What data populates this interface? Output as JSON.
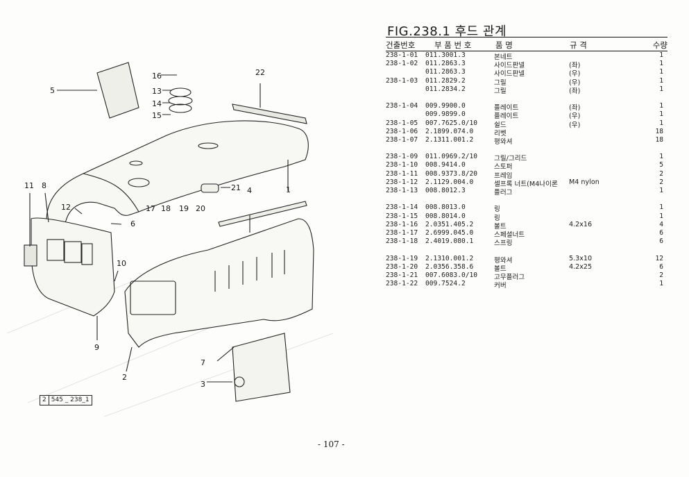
{
  "figure": {
    "title": "FIG.238.1 후드 관계",
    "page_number": "- 107 -",
    "ref_code": [
      "2",
      "545 _ 238_1"
    ]
  },
  "table": {
    "headers": {
      "no": "건출번호",
      "part_no": "부 품 번 호",
      "name": "품 명",
      "spec": "규 격",
      "qty": "수량"
    },
    "rows": [
      {
        "no": "238-1-01",
        "part_no": "011.3001.3",
        "name": "본네트",
        "spec": "",
        "qty": "1"
      },
      {
        "no": "238-1-02",
        "part_no": "011.2863.3",
        "name": "사이드판넬",
        "spec": "(좌)",
        "qty": "1"
      },
      {
        "no": "",
        "part_no": "011.2863.3",
        "name": "사이드판넬",
        "spec": "(우)",
        "qty": "1"
      },
      {
        "no": "238-1-03",
        "part_no": "011.2829.2",
        "name": "그릴",
        "spec": "(우)",
        "qty": "1"
      },
      {
        "no": "",
        "part_no": "011.2834.2",
        "name": "그릴",
        "spec": "(좌)",
        "qty": "1"
      },
      {
        "blank": true
      },
      {
        "no": "238-1-04",
        "part_no": "009.9900.0",
        "name": "플레이트",
        "spec": "(좌)",
        "qty": "1"
      },
      {
        "no": "",
        "part_no": "009.9899.0",
        "name": "플레이트",
        "spec": "(우)",
        "qty": "1"
      },
      {
        "no": "238-1-05",
        "part_no": "007.7625.0/10",
        "name": "쉴드",
        "spec": "(우)",
        "qty": "1"
      },
      {
        "no": "238-1-06",
        "part_no": "2.1899.074.0",
        "name": "리벳",
        "spec": "",
        "qty": "18"
      },
      {
        "no": "238-1-07",
        "part_no": "2.1311.001.2",
        "name": "평와셔",
        "spec": "",
        "qty": "18"
      },
      {
        "blank": true
      },
      {
        "no": "238-1-09",
        "part_no": "011.0969.2/10",
        "name": "그릴/그리드",
        "spec": "",
        "qty": "1"
      },
      {
        "no": "238-1-10",
        "part_no": "008.9414.0",
        "name": "스토퍼",
        "spec": "",
        "qty": "5"
      },
      {
        "no": "238-1-11",
        "part_no": "008.9373.8/20",
        "name": "프레임",
        "spec": "",
        "qty": "2"
      },
      {
        "no": "238-1-12",
        "part_no": "2.1129.004.0",
        "name": "셀프록 너트(M4나이론",
        "spec": "M4 nylon",
        "qty": "2"
      },
      {
        "no": "238-1-13",
        "part_no": "008.8012.3",
        "name": "플러그",
        "spec": "",
        "qty": "1"
      },
      {
        "blank": true
      },
      {
        "no": "238-1-14",
        "part_no": "008.8013.0",
        "name": "링",
        "spec": "",
        "qty": "1"
      },
      {
        "no": "238-1-15",
        "part_no": "008.8014.0",
        "name": "링",
        "spec": "",
        "qty": "1"
      },
      {
        "no": "238-1-16",
        "part_no": "2.0351.405.2",
        "name": "볼트",
        "spec": "4.2x16",
        "qty": "4"
      },
      {
        "no": "238-1-17",
        "part_no": "2.6999.045.0",
        "name": "스페셜너트",
        "spec": "",
        "qty": "6"
      },
      {
        "no": "238-1-18",
        "part_no": "2.4019.080.1",
        "name": "스프링",
        "spec": "",
        "qty": "6"
      },
      {
        "blank": true
      },
      {
        "no": "238-1-19",
        "part_no": "2.1310.001.2",
        "name": "평와셔",
        "spec": "5.3x10",
        "qty": "12"
      },
      {
        "no": "238-1-20",
        "part_no": "2.0356.358.6",
        "name": "볼트",
        "spec": "4.2x25",
        "qty": "6"
      },
      {
        "no": "238-1-21",
        "part_no": "007.6083.0/10",
        "name": "고무플러그",
        "spec": "",
        "qty": "2"
      },
      {
        "no": "238-1-22",
        "part_no": "009.7524.2",
        "name": "커버",
        "spec": "",
        "qty": "1"
      }
    ]
  },
  "callouts": [
    "1",
    "2",
    "3",
    "4",
    "5",
    "6",
    "7",
    "8",
    "9",
    "10",
    "11",
    "12",
    "13",
    "14",
    "15",
    "16",
    "17",
    "18",
    "19",
    "20",
    "21",
    "22"
  ]
}
